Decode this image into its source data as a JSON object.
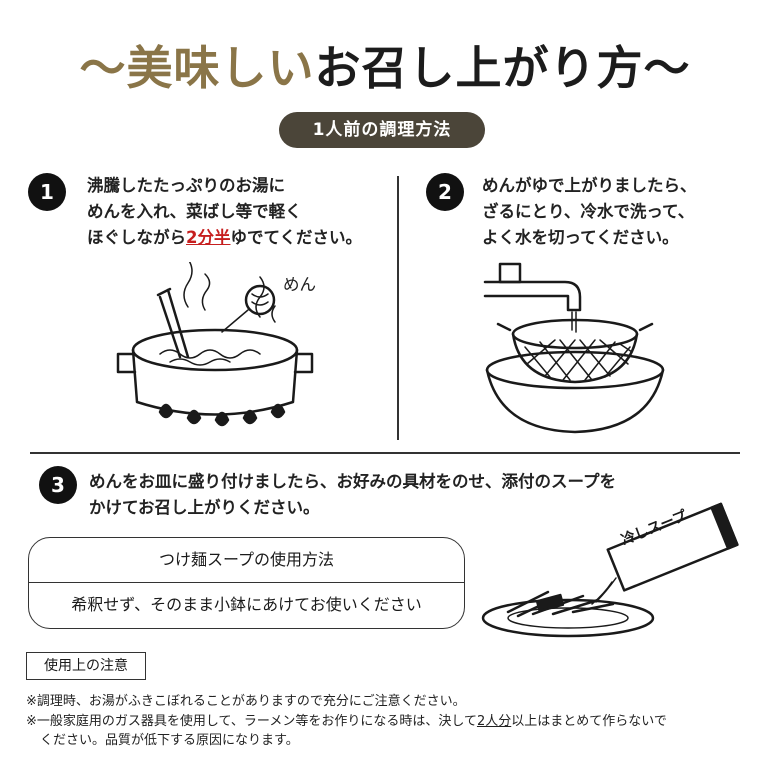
{
  "title": {
    "part1": "〜美味しい",
    "part2": "お召し上がり方〜"
  },
  "subtitle": "1人前の調理方法",
  "steps": [
    {
      "number": "1",
      "lines": [
        "沸騰したたっぷりのお湯に",
        "めんを入れ、菜ばし等で軽く"
      ],
      "line3_before": "ほぐしながら",
      "line3_highlight": "2分半",
      "line3_after": "ゆでてください。",
      "illustration_label": "めん"
    },
    {
      "number": "2",
      "lines": [
        "めんがゆで上がりましたら、",
        "ざるにとり、冷水で洗って、",
        "よく水を切ってください。"
      ]
    },
    {
      "number": "3",
      "lines": [
        "めんをお皿に盛り付けましたら、お好みの具材をのせ、添付のスープを",
        "かけてお召し上がりください。"
      ],
      "packet_label": "冷しスープ"
    }
  ],
  "soup": {
    "heading": "つけ麺スープの使用方法",
    "instruction": "希釈せず、そのまま小鉢にあけてお使いください"
  },
  "caution": {
    "heading": "使用上の注意",
    "note1": "※調理時、お湯がふきこぼれることがありますので充分にご注意ください。",
    "note2_before": "※一般家庭用のガス器具を使用して、ラーメン等をお作りになる時は、決して",
    "note2_highlight": "2人分",
    "note2_after": "以上はまとめて作らないで",
    "note2_line2": "ください。品質が低下する原因になります。"
  }
}
